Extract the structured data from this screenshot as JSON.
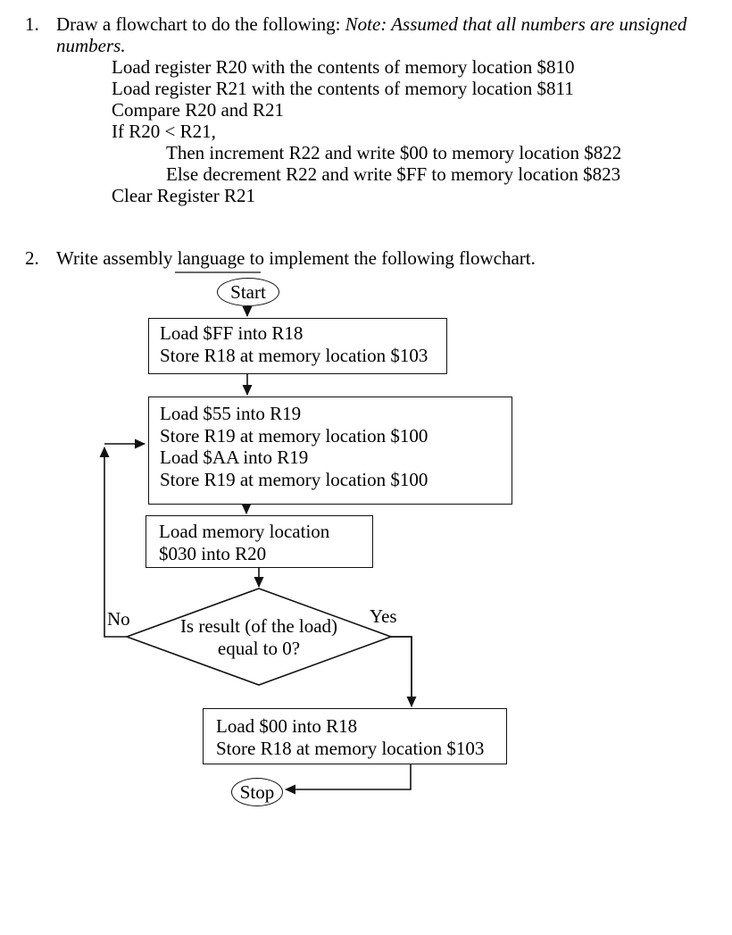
{
  "q1": {
    "number": "1.",
    "prompt": "Draw a flowchart to do the following: ",
    "note": "Note: Assumed that all numbers are unsigned numbers.",
    "steps": [
      {
        "indent": 1,
        "text": "Load register R20 with the contents of memory location $810"
      },
      {
        "indent": 1,
        "text": "Load register R21 with the contents of memory location $811"
      },
      {
        "indent": 1,
        "text": "Compare R20 and R21"
      },
      {
        "indent": 1,
        "text": "If R20 < R21,"
      },
      {
        "indent": 2,
        "text": "Then increment R22 and write $00 to memory location $822"
      },
      {
        "indent": 2,
        "text": "Else decrement R22 and write $FF to memory location $823"
      },
      {
        "indent": 1,
        "text": "Clear Register R21"
      }
    ]
  },
  "q2": {
    "number": "2.",
    "prompt": "Write assembly language to implement the following flowchart."
  },
  "fc": {
    "start": "Start",
    "box1": [
      "Load $FF into R18",
      "Store R18 at memory location $103"
    ],
    "box2": [
      "Load $55 into R19",
      "Store R19 at memory location $100",
      "Load $AA into R19",
      "Store R19 at memory location $100"
    ],
    "box3": [
      "Load memory location",
      "$030 into R20"
    ],
    "decision": [
      "Is result (of the load)",
      "equal to 0?"
    ],
    "no": "No",
    "yes": "Yes",
    "box4": [
      "Load $00 into R18",
      "Store R18 at memory location $103"
    ],
    "stop": "Stop",
    "line_color": "#111111"
  }
}
